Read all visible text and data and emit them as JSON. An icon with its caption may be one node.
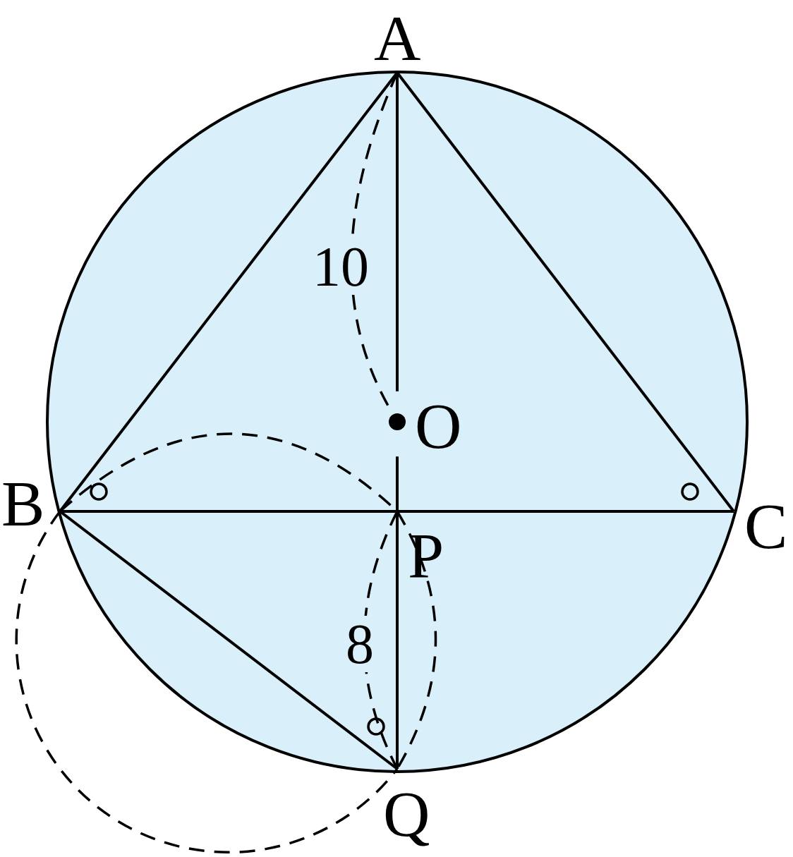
{
  "diagram": {
    "nodes": [
      {
        "text": [
          "A"
        ]
      },
      {
        "text": [
          "B"
        ]
      },
      {
        "text": [
          "C"
        ]
      },
      {
        "text": [
          "O"
        ]
      },
      {
        "text": [
          "P"
        ]
      },
      {
        "text": [
          "Q"
        ]
      }
    ],
    "edges": [
      {
        "from": 0,
        "to": 1,
        "arrow": "none"
      },
      {
        "from": 0,
        "to": 2,
        "arrow": "none"
      },
      {
        "from": 1,
        "to": 4,
        "arrow": "none"
      },
      {
        "from": 4,
        "to": 2,
        "arrow": "none"
      },
      {
        "from": 0,
        "to": 3,
        "arrow": "none"
      },
      {
        "from": 3,
        "to": 4,
        "arrow": "none"
      },
      {
        "from": 4,
        "to": 5,
        "arrow": "none"
      },
      {
        "from": 1,
        "to": 5,
        "arrow": "none"
      },
      {
        "from": 0,
        "to": 3,
        "arrow": "none",
        "style": "dashed",
        "label": "10"
      },
      {
        "from": 1,
        "to": 4,
        "arrow": "none",
        "style": "dashed"
      },
      {
        "from": 4,
        "to": 5,
        "arrow": "none",
        "style": "dashed",
        "label": "8"
      },
      {
        "from": 4,
        "to": 5,
        "arrow": "none",
        "style": "dashed"
      },
      {
        "from": 1,
        "to": 5,
        "arrow": "none",
        "style": "dashed"
      }
    ]
  }
}
